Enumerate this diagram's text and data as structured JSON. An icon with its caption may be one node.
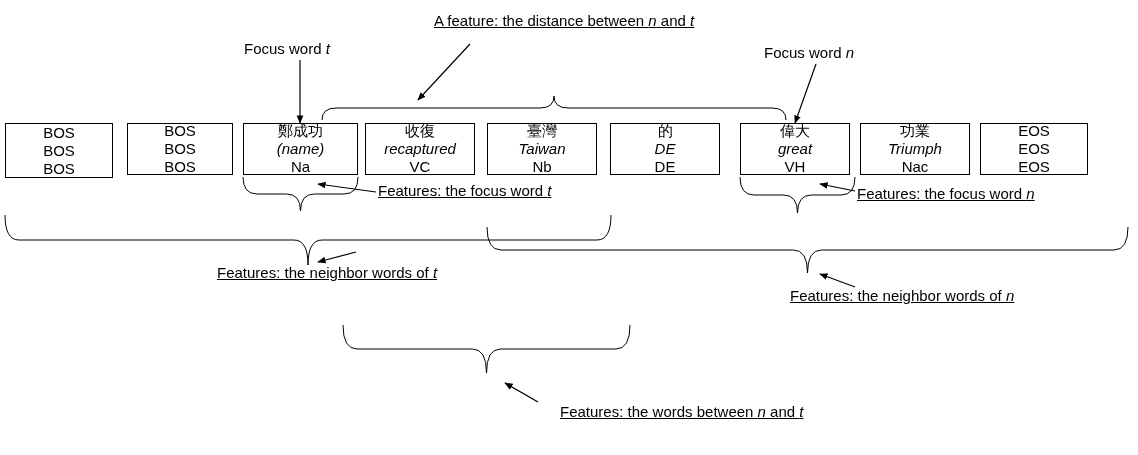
{
  "diagram": {
    "nodes": [
      {
        "text": [
          "BOS",
          "BOS",
          "BOS"
        ]
      },
      {
        "text": [
          "BOS",
          "BOS",
          "BOS"
        ]
      },
      {
        "text": [
          "鄭成功",
          "(name)",
          "Na"
        ]
      },
      {
        "text": [
          "收復",
          "recaptured",
          "VC"
        ]
      },
      {
        "text": [
          "臺灣",
          "Taiwan",
          "Nb"
        ]
      },
      {
        "text": [
          "的",
          "DE",
          "DE"
        ]
      },
      {
        "text": [
          "偉大",
          "great",
          "VH"
        ]
      },
      {
        "text": [
          "功業",
          "Triumph",
          "Nac"
        ]
      },
      {
        "text": [
          "EOS",
          "EOS",
          "EOS"
        ]
      },
      {
        "text": [
          "Focus word *t*"
        ]
      },
      {
        "text": [
          "Focus word *n*"
        ]
      },
      {
        "text": [
          "A feature: the distance between *n* and *t*"
        ]
      },
      {
        "text": [],
        "shape": "brace"
      },
      {
        "text": [
          "Features: the focus word *t*"
        ]
      },
      {
        "text": [],
        "shape": "brace"
      },
      {
        "text": [
          "Features: the focus word *n*"
        ]
      },
      {
        "text": [],
        "shape": "brace"
      },
      {
        "text": [
          "Features: the neighbor words of *t*"
        ]
      },
      {
        "text": [],
        "shape": "brace"
      },
      {
        "text": [
          "Features: the neighbor words of *n*"
        ]
      },
      {
        "text": [],
        "shape": "brace"
      },
      {
        "text": [
          "Features: the words between *n* and *t*"
        ]
      },
      {
        "text": [],
        "shape": "brace"
      }
    ],
    "edges": [
      {
        "from": 9,
        "to": 2,
        "arrow": "to"
      },
      {
        "from": 10,
        "to": 6,
        "arrow": "to"
      },
      {
        "from": 11,
        "to": 12,
        "arrow": "to"
      },
      {
        "from": 13,
        "to": 14,
        "arrow": "to"
      },
      {
        "from": 15,
        "to": 16,
        "arrow": "to"
      },
      {
        "from": 17,
        "to": 18,
        "arrow": "to"
      },
      {
        "from": 19,
        "to": 20,
        "arrow": "to"
      },
      {
        "from": 21,
        "to": 22,
        "arrow": "to"
      }
    ]
  }
}
